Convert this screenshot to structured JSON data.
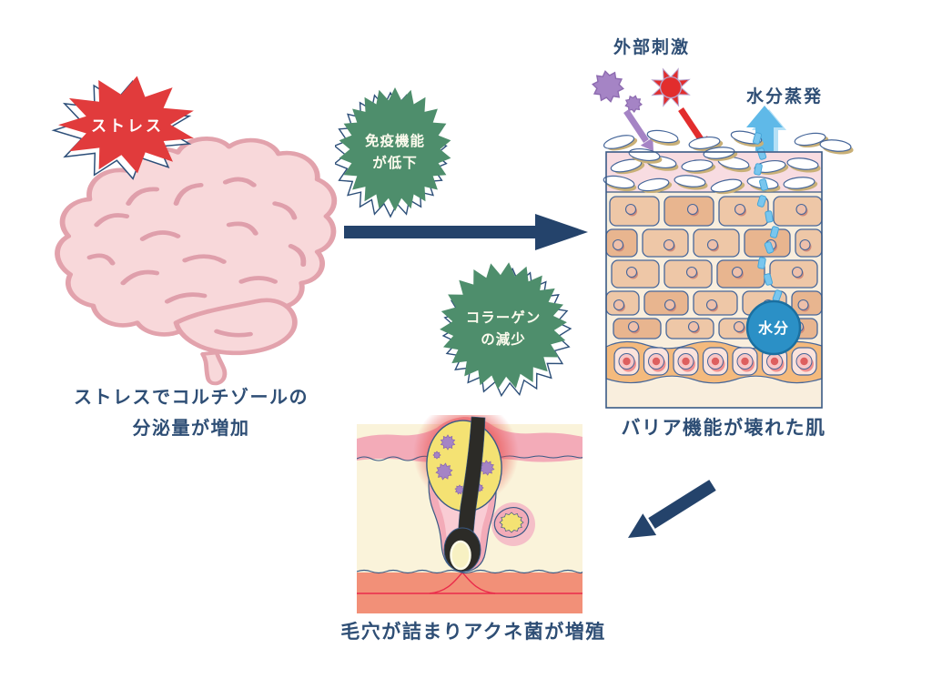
{
  "colors": {
    "navy": "#24436b",
    "text_navy": "#2e4e75",
    "red": "#e13b3c",
    "green": "#4e8e6c",
    "purple": "#a584c5",
    "sun_red": "#e22d2d",
    "light_blue": "#5fb9e8",
    "water_blue": "#2b90c6"
  },
  "left": {
    "burst_label": "ストレス",
    "caption_line1": "ストレスでコルチゾールの",
    "caption_line2": "分泌量が増加"
  },
  "middle": {
    "immune_line1": "免疫機能",
    "immune_line2": "が低下",
    "collagen_line1": "コラーゲン",
    "collagen_line2": "の減少"
  },
  "right": {
    "external_label": "外部刺激",
    "evaporation_label": "水分蒸発",
    "water_label": "水分",
    "caption": "バリア機能が壊れた肌"
  },
  "bottom": {
    "caption": "毛穴が詰まりアクネ菌が増殖"
  }
}
